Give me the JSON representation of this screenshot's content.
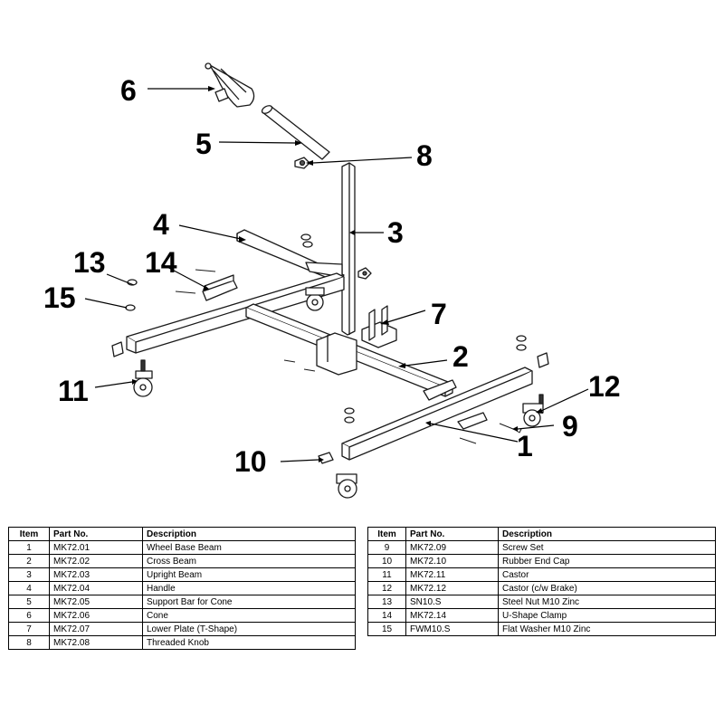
{
  "callouts": [
    "1",
    "2",
    "3",
    "4",
    "5",
    "6",
    "7",
    "8",
    "9",
    "10",
    "11",
    "12",
    "13",
    "14",
    "15"
  ],
  "table": {
    "headers": {
      "item": "Item",
      "part_no": "Part No.",
      "description": "Description"
    },
    "left_rows": [
      {
        "item": "1",
        "part_no": "MK72.01",
        "description": "Wheel Base Beam"
      },
      {
        "item": "2",
        "part_no": "MK72.02",
        "description": "Cross Beam"
      },
      {
        "item": "3",
        "part_no": "MK72.03",
        "description": "Upright Beam"
      },
      {
        "item": "4",
        "part_no": "MK72.04",
        "description": "Handle"
      },
      {
        "item": "5",
        "part_no": "MK72.05",
        "description": "Support Bar for Cone"
      },
      {
        "item": "6",
        "part_no": "MK72.06",
        "description": "Cone"
      },
      {
        "item": "7",
        "part_no": "MK72.07",
        "description": "Lower Plate (T-Shape)"
      },
      {
        "item": "8",
        "part_no": "MK72.08",
        "description": "Threaded Knob"
      }
    ],
    "right_rows": [
      {
        "item": "9",
        "part_no": "MK72.09",
        "description": "Screw Set"
      },
      {
        "item": "10",
        "part_no": "MK72.10",
        "description": "Rubber End Cap"
      },
      {
        "item": "11",
        "part_no": "MK72.11",
        "description": "Castor"
      },
      {
        "item": "12",
        "part_no": "MK72.12",
        "description": "Castor (c/w Brake)"
      },
      {
        "item": "13",
        "part_no": "SN10.S",
        "description": "Steel Nut M10 Zinc"
      },
      {
        "item": "14",
        "part_no": "MK72.14",
        "description": "U-Shape Clamp"
      },
      {
        "item": "15",
        "part_no": "FWM10.S",
        "description": "Flat Washer M10 Zinc"
      }
    ]
  }
}
